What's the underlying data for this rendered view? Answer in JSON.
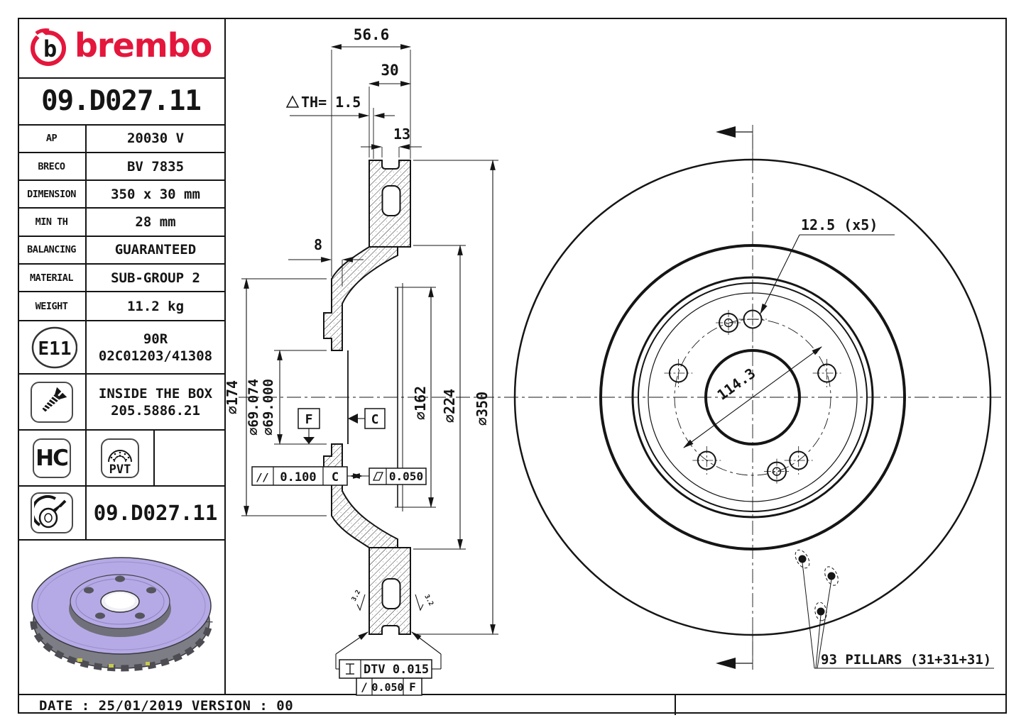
{
  "panel": {
    "brand_wordmark": "brembo",
    "part_number": "09.D027.11",
    "rows": [
      {
        "label": "AP",
        "value": "20030 V"
      },
      {
        "label": "BRECO",
        "value": "BV 7835"
      },
      {
        "label": "DIMENSION",
        "value": "350 x 30 mm"
      },
      {
        "label": "MIN TH",
        "value": "28 mm"
      },
      {
        "label": "BALANCING",
        "value": "GUARANTEED"
      },
      {
        "label": "MATERIAL",
        "value": "SUB-GROUP 2"
      },
      {
        "label": "WEIGHT",
        "value": "11.2 kg"
      }
    ],
    "approval": {
      "badge": "E11",
      "line1": "90R",
      "line2": "02C01203/41308"
    },
    "inside_box": {
      "line1": "INSIDE THE BOX",
      "line2": "205.5886.21"
    },
    "badge_hc": "HC",
    "badge_pvt": "PVT",
    "marking_part_number": "09.D027.11"
  },
  "footer": {
    "date_line": "DATE : 25/01/2019 VERSION : 00"
  },
  "section": {
    "overall_width": "56.6",
    "thickness": "30",
    "wear_note": "TH= 1.5",
    "vent_inlet": "13",
    "flange_thickness": "8",
    "hat_od": "∅174",
    "bore_max": "∅69.074",
    "bore_min": "∅69.000",
    "hat_id": "∅162",
    "band_id": "∅224",
    "disc_od": "∅350",
    "parallelism_sym": "//",
    "parallelism_val": "0.100",
    "parallelism_ref": "C",
    "flatness_val": "0.050",
    "dtv_val": "DTV 0.015",
    "runout_sym": "/",
    "runout_val": "0.050",
    "runout_ref": "F",
    "datum_f": "F",
    "datum_c": "C",
    "rough_left": "3.2",
    "rough_right": "3.2"
  },
  "front": {
    "bolt_holes": "12.5 (x5)",
    "pcd": "114.3",
    "pillars": "93 PILLARS (31+31+31)"
  },
  "colors": {
    "brand_red": "#e4163c",
    "disc_face": "#b6aae6",
    "disc_side": "#7d7d86",
    "ink": "#151515"
  }
}
